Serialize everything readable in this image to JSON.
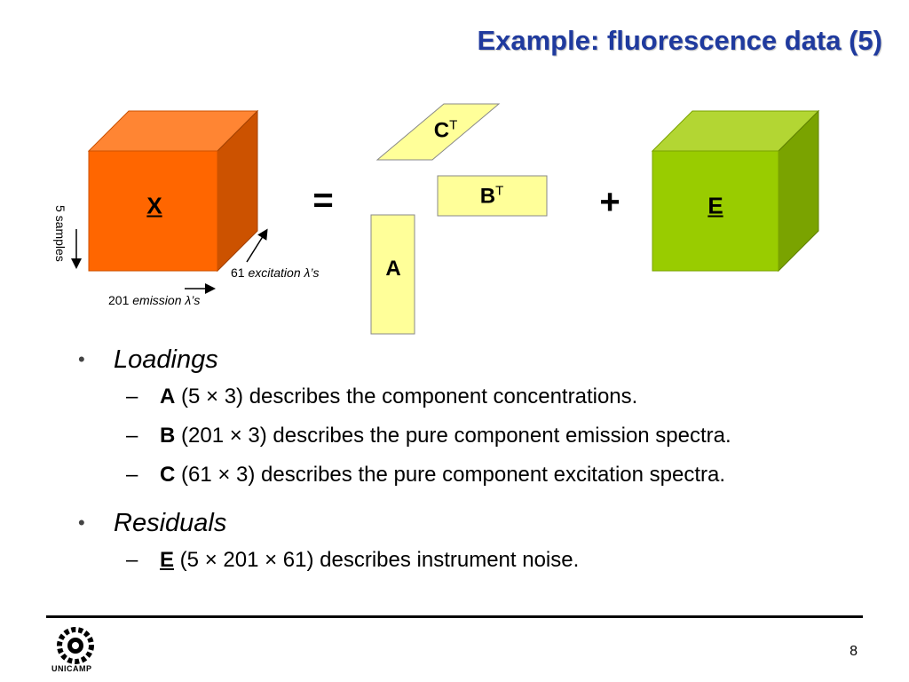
{
  "slide": {
    "title": "Example: fluorescence data (5)",
    "page_number": "8",
    "logo_text": "UNICAMP"
  },
  "diagram": {
    "x_label": "X",
    "equals": "=",
    "plus": "+",
    "ct_label": "C",
    "ct_sup": "T",
    "bt_label": "B",
    "bt_sup": "T",
    "a_label": "A",
    "e_label": "E",
    "samples_note": "5 samples",
    "emission_count": "201",
    "emission_text": "emission",
    "excitation_count": "61",
    "excitation_text": "excitation",
    "lambda_suffix": "λ’s",
    "colors": {
      "x_front": "#ff6600",
      "x_top": "#ff8533",
      "x_side": "#cc5200",
      "e_front": "#99cc00",
      "e_top": "#b3d633",
      "e_side": "#7aa300",
      "factor_fill": "#ffff99"
    }
  },
  "bullets": [
    {
      "heading": "Loadings",
      "items": [
        {
          "bold": "A",
          "text": " (5 × 3) describes the component concentrations."
        },
        {
          "bold": "B",
          "text": " (201 × 3) describes the pure component emission spectra."
        },
        {
          "bold": "C",
          "text": " (61 × 3) describes the pure component excitation spectra."
        }
      ]
    },
    {
      "heading": "Residuals",
      "items": [
        {
          "bold": "E",
          "text": " (5 × 201 × 61) describes instrument noise."
        }
      ]
    }
  ]
}
